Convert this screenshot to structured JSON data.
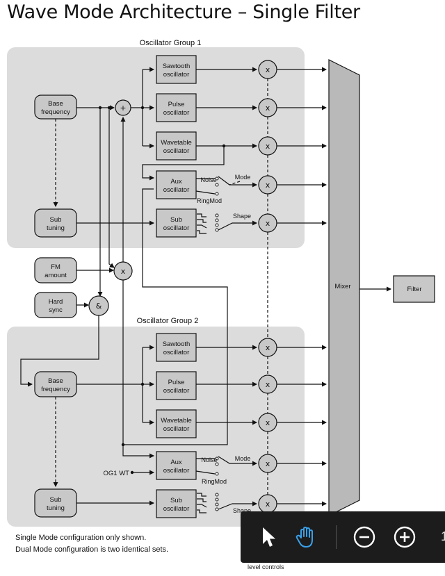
{
  "title": "Wave Mode Architecture – Single Filter",
  "groups": {
    "og1": "Oscillator Group 1",
    "og2": "Oscillator Group 2"
  },
  "blocks": {
    "base_frequency": [
      "Base",
      "frequency"
    ],
    "sub_tuning": [
      "Sub",
      "tuning"
    ],
    "fm_amount": [
      "FM",
      "amount"
    ],
    "hard_sync": [
      "Hard",
      "sync"
    ],
    "sawtooth": [
      "Sawtooth",
      "oscillator"
    ],
    "pulse": [
      "Pulse",
      "oscillator"
    ],
    "wavetable": [
      "Wavetable",
      "oscillator"
    ],
    "aux": [
      "Aux",
      "oscillator"
    ],
    "sub_osc": [
      "Sub",
      "oscillator"
    ],
    "mixer": "Mixer",
    "filter": "Filter"
  },
  "symbols": {
    "multiply": "x",
    "add": "+",
    "and": "&"
  },
  "switch_labels": {
    "noise": "Noise",
    "ringmod": "RingMod",
    "mode": "Mode",
    "shape": "Shape"
  },
  "og1_wt": "OG1 WT",
  "notes": [
    "Single Mode configuration only shown.",
    "Dual Mode configuration is two identical sets."
  ],
  "footer_partial": "level controls",
  "toolbar": {
    "select_icon": "cursor-arrow-icon",
    "pan_icon": "hand-icon",
    "zoom_out_icon": "zoom-out-icon",
    "zoom_in_icon": "zoom-in-icon",
    "zoom_text": "1"
  },
  "colors": {
    "group_bg": "#dcdcdc",
    "block_fill": "#c8c8c8",
    "toolbar_bg": "#1c1c1c",
    "pan_active": "#3aa0e8"
  }
}
